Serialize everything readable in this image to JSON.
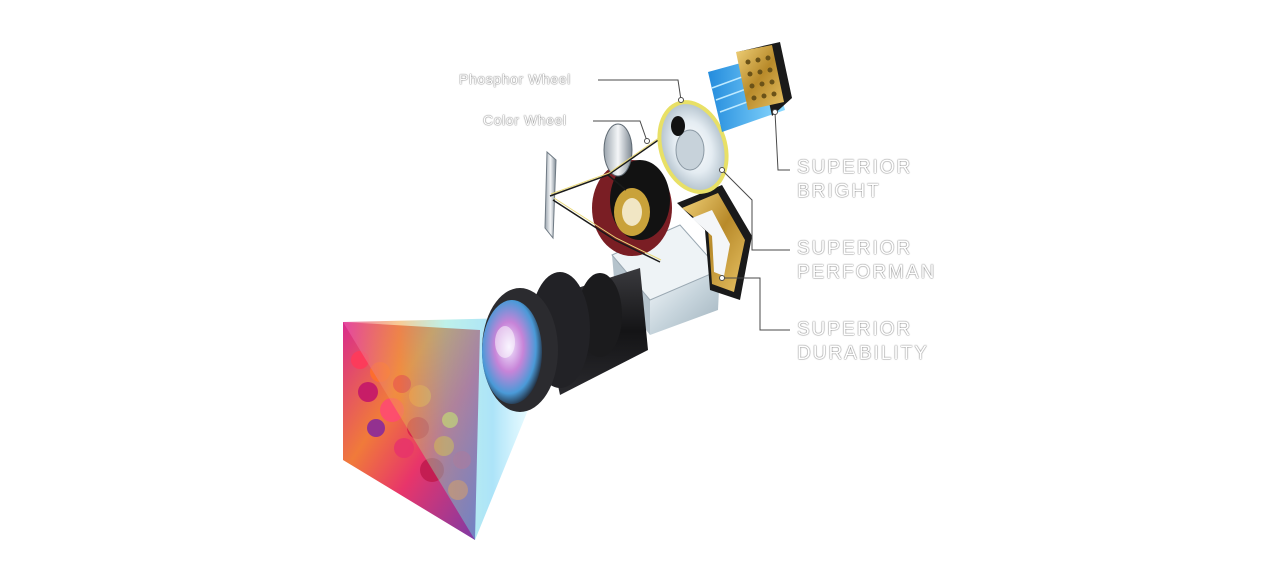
{
  "labels": {
    "phosphor_wheel": "Phosphor Wheel",
    "color_wheel": "Color Wheel"
  },
  "callouts": [
    {
      "line1": "SUPERIOR",
      "line2": "BRIGHT"
    },
    {
      "line1": "SUPERIOR",
      "line2": "PERFORMAN"
    },
    {
      "line1": "SUPERIOR",
      "line2": "DURABILITY"
    }
  ],
  "colors": {
    "label_text": "#ffffff",
    "label_outline": "#8a8a8a",
    "leader_line": "#4a4a4a",
    "laser_gold": "#c9a23a",
    "laser_beam": "#2aa8ff",
    "phosphor_ring": "#e8e066",
    "color_wheel_red": "#7a1e24",
    "lens_body": "#1c1c1e"
  }
}
